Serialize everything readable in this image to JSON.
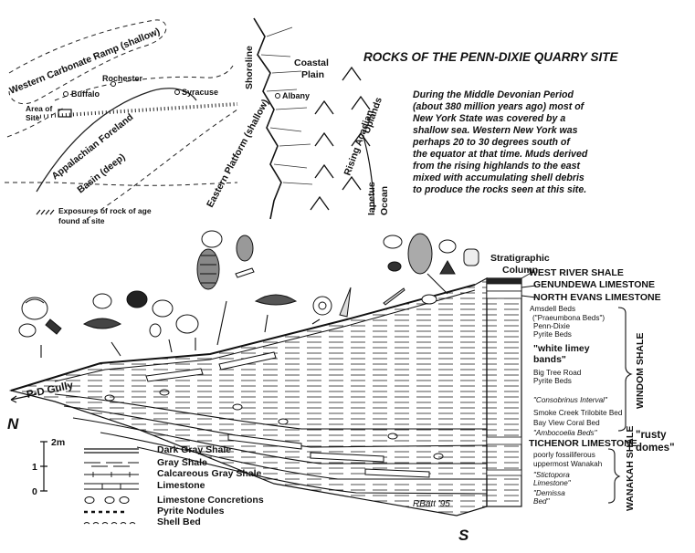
{
  "title": "ROCKS OF THE PENN-DIXIE QUARRY SITE",
  "description_lines": [
    "During the Middle Devonian Period",
    "(about 380 million years ago) most of",
    "New York State was covered by a",
    "shallow sea.  Western New York was",
    "perhaps 20 to 30 degrees south of",
    "the equator at that time.  Muds derived",
    "from the rising highlands to the east",
    "mixed with accumulating shell debris",
    "to produce the rocks seen at this site."
  ],
  "map": {
    "western_ramp": "Western Carbonate Ramp (shallow)",
    "rochester": "Rochester",
    "buffalo": "Buffalo",
    "syracuse": "Syracuse",
    "albany": "Albany",
    "area_of": "Area of",
    "site": "Site",
    "foreland_1": "Appalachian Foreland",
    "foreland_2": "Basin (deep)",
    "eastern_platform": "Eastern Platform (shallow)",
    "shoreline": "Shoreline",
    "coastal_1": "Coastal",
    "coastal_2": "Plain",
    "rising_1": "Rising Acadian",
    "rising_2": "Uplands",
    "iapetus_1": "Iapetus",
    "iapetus_2": "Ocean",
    "exposure_1": "Exposures of rock of age",
    "exposure_2": "found at site"
  },
  "section": {
    "column_1": "Stratigraphic",
    "column_2": "Column",
    "gully": "P-D Gully",
    "north": "N",
    "south": "S",
    "signature": "RBatt '95",
    "rusty_1": "\"rusty",
    "rusty_2": "domes\"",
    "window_shale": "WINDOM SHALE",
    "wanakah_shale": "WANAKAH SHALE"
  },
  "units": [
    {
      "text": "WEST RIVER SHALE",
      "style": "major"
    },
    {
      "text": "GENUNDEWA LIMESTONE",
      "style": "major"
    },
    {
      "text": "NORTH EVANS LIMESTONE",
      "style": "major"
    },
    {
      "text": "Amsdell Beds",
      "style": "minor"
    },
    {
      "text": "(\"Praeumbona Beds\")",
      "style": "minor"
    },
    {
      "text": "Penn-Dixie",
      "style": "minor"
    },
    {
      "text": "Pyrite Beds",
      "style": "minor"
    },
    {
      "text": "\"white limey",
      "style": "mid"
    },
    {
      "text": "bands\"",
      "style": "mid"
    },
    {
      "text": "Big Tree Road",
      "style": "minor"
    },
    {
      "text": "Pyrite Beds",
      "style": "minor"
    },
    {
      "text": "\"Consobrinus Interval\"",
      "style": "minor-italic"
    },
    {
      "text": "Smoke Creek Trilobite Bed",
      "style": "minor"
    },
    {
      "text": "Bay View Coral Bed",
      "style": "minor"
    },
    {
      "text": "\"Ambocoelia Beds\"",
      "style": "minor-italic"
    },
    {
      "text": "TICHENOR LIMESTONE",
      "style": "major"
    },
    {
      "text": "poorly fossiliferous",
      "style": "minor"
    },
    {
      "text": "uppermost Wanakah",
      "style": "minor"
    },
    {
      "text": "\"Stictopora",
      "style": "minor-italic"
    },
    {
      "text": "Limestone\"",
      "style": "minor-italic"
    },
    {
      "text": "\"Demissa",
      "style": "minor-italic"
    },
    {
      "text": "Bed\"",
      "style": "minor-italic"
    }
  ],
  "scale": {
    "top": "2m",
    "mid": "1",
    "bottom": "0"
  },
  "legend": [
    {
      "label": "Dark Gray Shale",
      "symbol": "dark-gray-shale"
    },
    {
      "label": "Gray Shale",
      "symbol": "gray-shale"
    },
    {
      "label": "Calcareous Gray Shale",
      "symbol": "calcareous-gray-shale"
    },
    {
      "label": "Limestone",
      "symbol": "limestone"
    },
    {
      "label": "Limestone Concretions",
      "symbol": "limestone-concretions"
    },
    {
      "label": "Pyrite Nodules",
      "symbol": "pyrite-nodules"
    },
    {
      "label": "Shell Bed",
      "symbol": "shell-bed"
    }
  ]
}
